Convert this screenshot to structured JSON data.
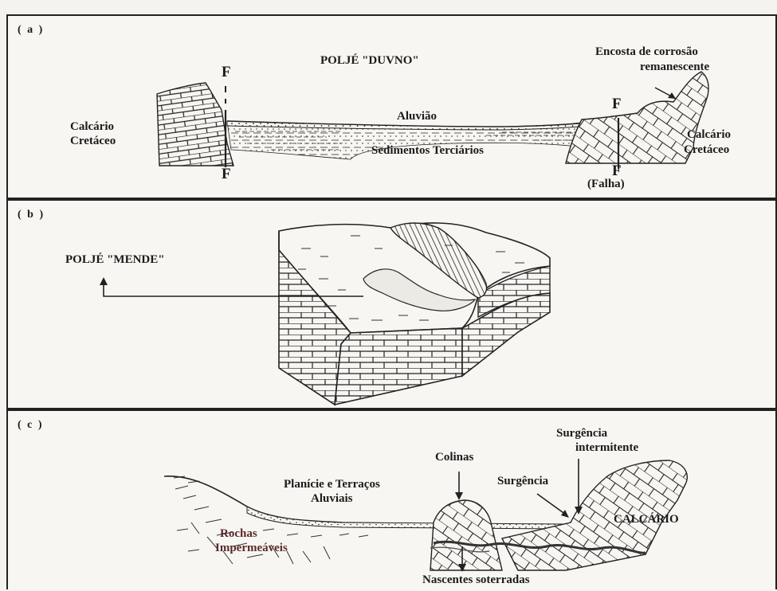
{
  "panel_a": {
    "letter": "( a )",
    "title": "POLJÉ \"DUVNO\"",
    "fault_top_left": "F",
    "fault_bottom_left": "F",
    "fault_top_right": "F",
    "fault_bottom_right": "F",
    "fault_note": "(Falha)",
    "slope_label_line1": "Encosta de corrosão",
    "slope_label_line2": "remanescente",
    "left_rock_line1": "Calcário",
    "left_rock_line2": "Cretáceo",
    "right_rock_line1": "Calcário",
    "right_rock_line2": "Cretáceo",
    "alluvium": "Aluvião",
    "sediments": "Sedimentos Terciários"
  },
  "panel_b": {
    "letter": "( b )",
    "title": "POLJÉ \"MENDE\""
  },
  "panel_c": {
    "letter": "( c )",
    "hills": "Colinas",
    "intermittent_line1": "Surgência",
    "intermittent_line2": "intermitente",
    "spring": "Surgência",
    "plain_line1": "Planície e Terraços",
    "plain_line2": "Aluviais",
    "limestone": "CALCÁRIO",
    "impermeable_line1": "Rochas",
    "impermeable_line2": "Impermeáveis",
    "buried_springs": "Nascentes soterradas"
  }
}
